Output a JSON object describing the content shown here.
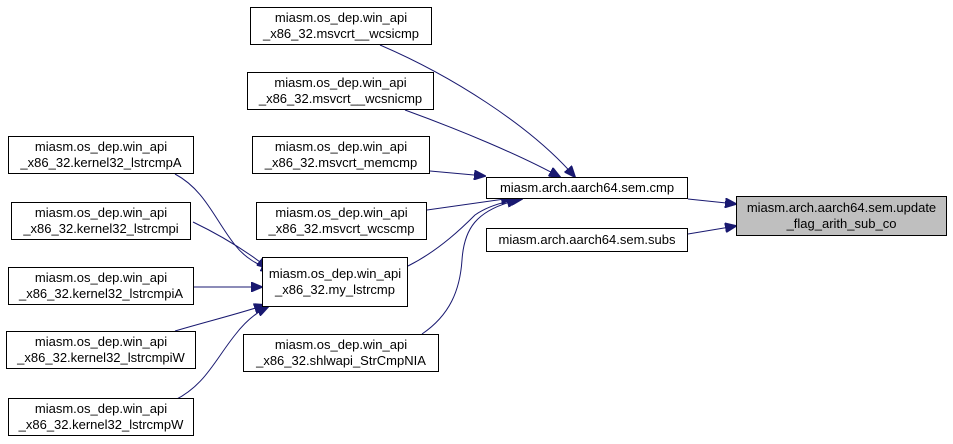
{
  "graph": {
    "edge_color": "#191970",
    "target_fill": "#bfbfbf",
    "nodes": {
      "wcsicmp": {
        "lines": [
          "miasm.os_dep.win_api",
          "_x86_32.msvcrt__wcsicmp"
        ]
      },
      "wcsnicmp": {
        "lines": [
          "miasm.os_dep.win_api",
          "_x86_32.msvcrt__wcsnicmp"
        ]
      },
      "memcmp": {
        "lines": [
          "miasm.os_dep.win_api",
          "_x86_32.msvcrt_memcmp"
        ]
      },
      "wcscmp": {
        "lines": [
          "miasm.os_dep.win_api",
          "_x86_32.msvcrt_wcscmp"
        ]
      },
      "lstrcmpA": {
        "lines": [
          "miasm.os_dep.win_api",
          "_x86_32.kernel32_lstrcmpA"
        ]
      },
      "lstrcmpi": {
        "lines": [
          "miasm.os_dep.win_api",
          "_x86_32.kernel32_lstrcmpi"
        ]
      },
      "lstrcmpiA": {
        "lines": [
          "miasm.os_dep.win_api",
          "_x86_32.kernel32_lstrcmpiA"
        ]
      },
      "lstrcmpiW": {
        "lines": [
          "miasm.os_dep.win_api",
          "_x86_32.kernel32_lstrcmpiW"
        ]
      },
      "lstrcmpW": {
        "lines": [
          "miasm.os_dep.win_api",
          "_x86_32.kernel32_lstrcmpW"
        ]
      },
      "my_lstrcmp": {
        "lines": [
          "miasm.os_dep.win_api",
          "_x86_32.my_lstrcmp"
        ]
      },
      "strcmpnia": {
        "lines": [
          "miasm.os_dep.win_api",
          "_x86_32.shlwapi_StrCmpNIA"
        ]
      },
      "cmp": {
        "lines": [
          "miasm.arch.aarch64.sem.cmp"
        ]
      },
      "subs": {
        "lines": [
          "miasm.arch.aarch64.sem.subs"
        ]
      },
      "update": {
        "lines": [
          "miasm.arch.aarch64.sem.update",
          "_flag_arith_sub_co"
        ]
      }
    },
    "edges": [
      {
        "from": "wcsicmp",
        "to": "cmp"
      },
      {
        "from": "wcsnicmp",
        "to": "cmp"
      },
      {
        "from": "memcmp",
        "to": "cmp"
      },
      {
        "from": "wcscmp",
        "to": "cmp"
      },
      {
        "from": "my_lstrcmp",
        "to": "cmp"
      },
      {
        "from": "strcmpnia",
        "to": "cmp"
      },
      {
        "from": "lstrcmpA",
        "to": "my_lstrcmp"
      },
      {
        "from": "lstrcmpi",
        "to": "my_lstrcmp"
      },
      {
        "from": "lstrcmpiA",
        "to": "my_lstrcmp"
      },
      {
        "from": "lstrcmpiW",
        "to": "my_lstrcmp"
      },
      {
        "from": "lstrcmpW",
        "to": "my_lstrcmp"
      },
      {
        "from": "cmp",
        "to": "update"
      },
      {
        "from": "subs",
        "to": "update"
      }
    ]
  }
}
